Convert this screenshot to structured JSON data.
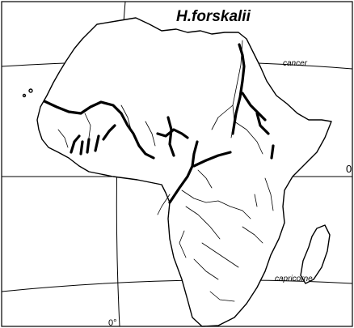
{
  "map": {
    "title": "H.forskalii",
    "labels": {
      "cancer": "cancer",
      "capricorne": "capricorne",
      "equator": "0",
      "meridian": "0°"
    }
  }
}
